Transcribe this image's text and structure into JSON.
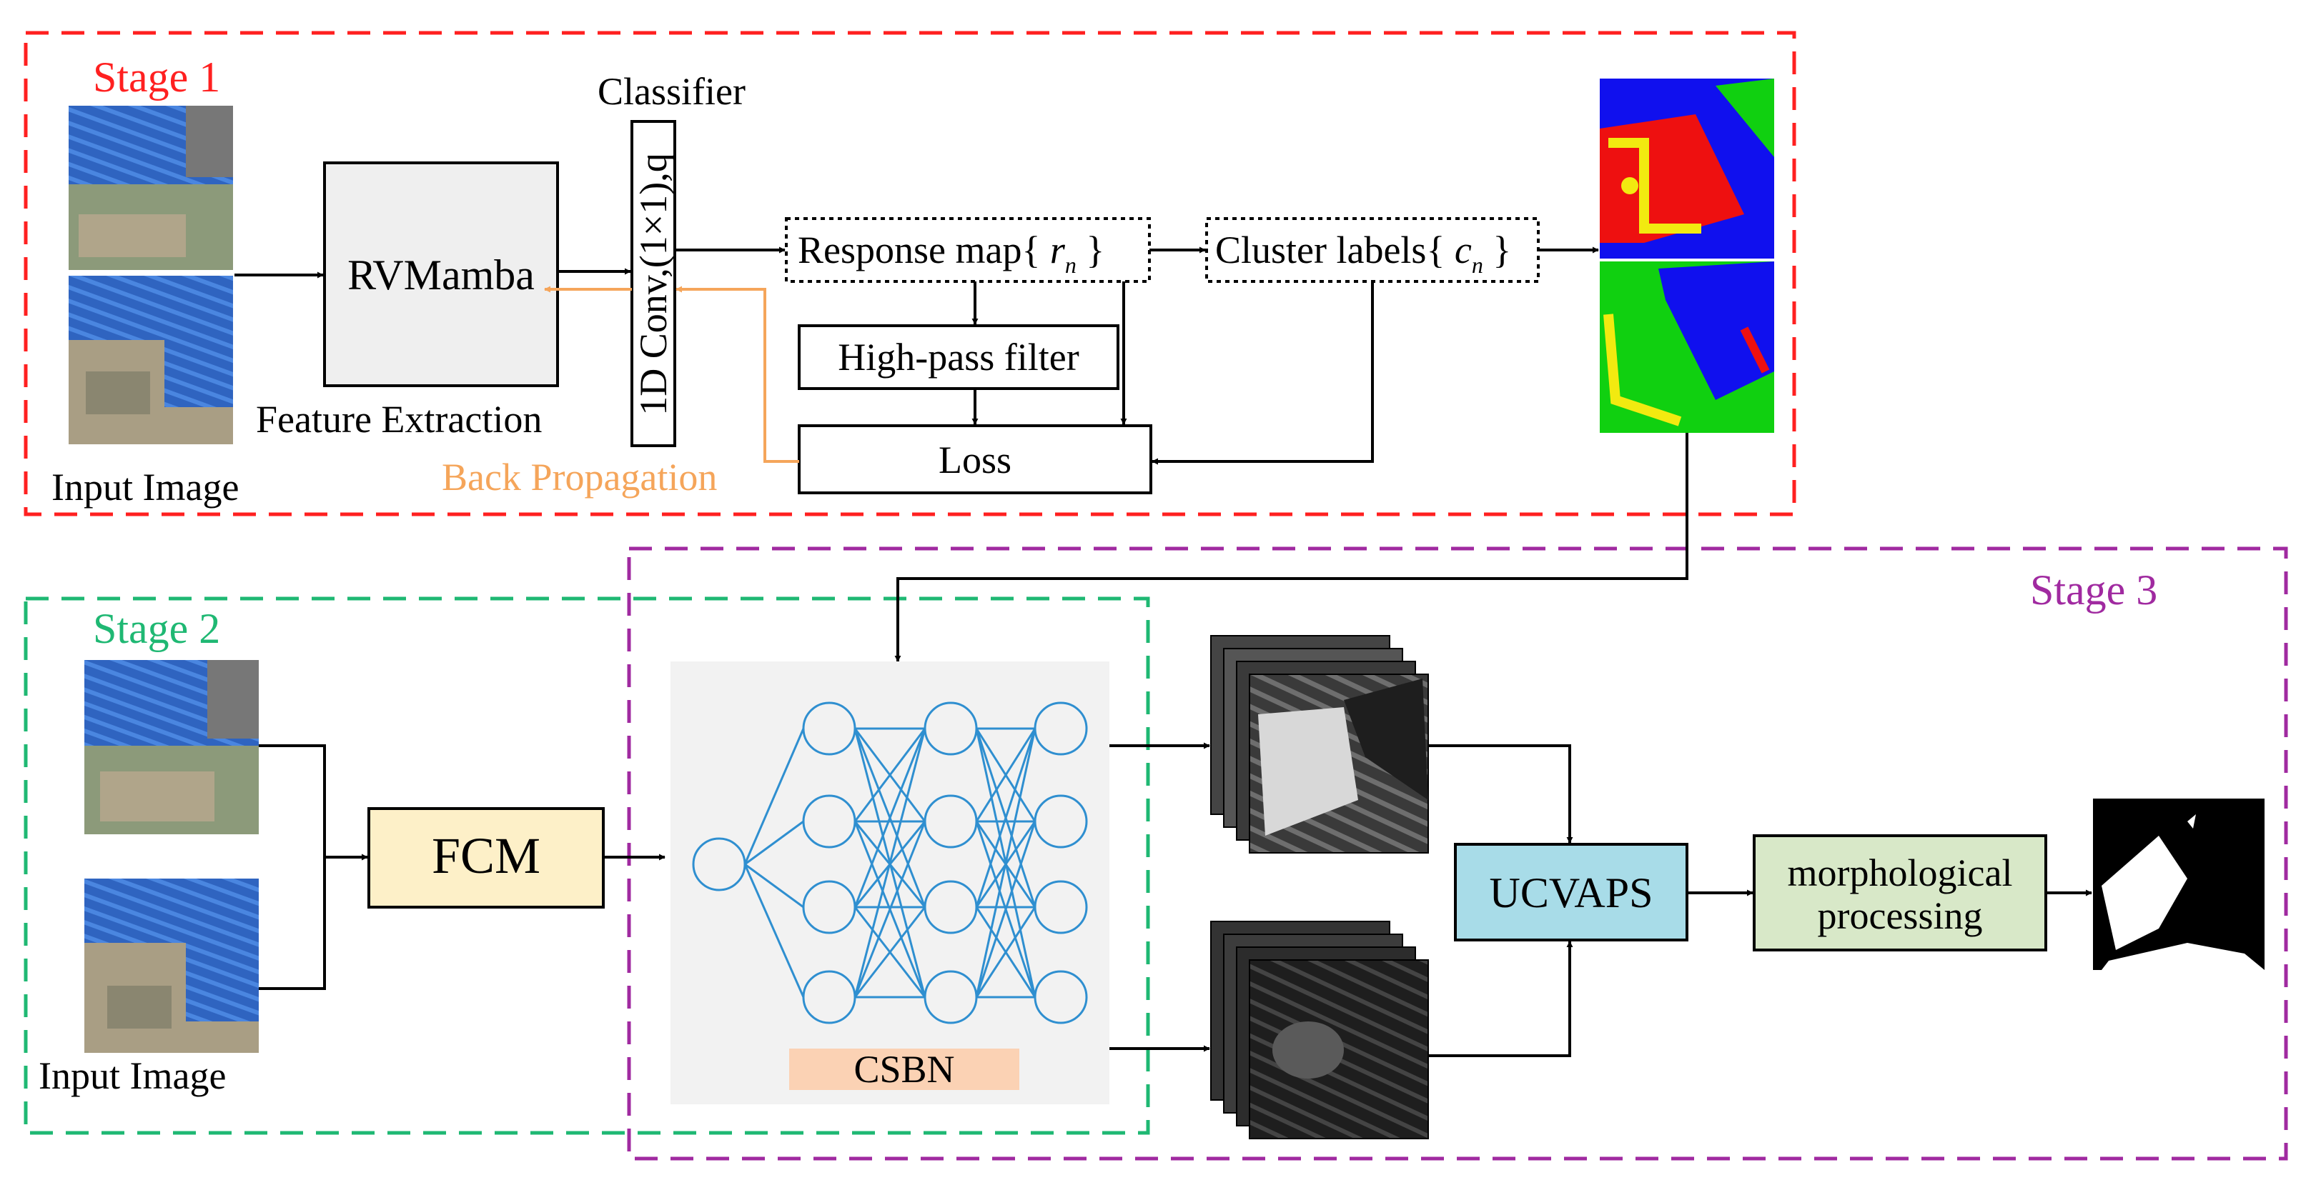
{
  "colors": {
    "stage1": "#ff2020",
    "stage2": "#1fb873",
    "stage3": "#a02aa0",
    "back_propagation": "#f5a55a",
    "fcm_fill": "#fdf0c8",
    "ucvaps_fill": "#a8dce8",
    "morph_fill": "#d8e8c8",
    "csbn_label_fill": "#fbd2b4",
    "network_lines": "#2f8fd0",
    "panel_gray": "#f2f2f2",
    "rvmamba_fill": "#efefef"
  },
  "stage1": {
    "title": "Stage 1",
    "input_caption": "Input Image",
    "feature_block": "RVMamba",
    "feature_caption": "Feature Extraction",
    "classifier_title": "Classifier",
    "classifier_conv": "1D Conv,(1×1),q",
    "response_map": "Response map",
    "response_sym": "r",
    "response_sub": "n",
    "cluster_labels": "Cluster labels",
    "cluster_sym": "c",
    "cluster_sub": "n",
    "highpass": "High-pass filter",
    "loss": "Loss",
    "backprop": "Back Propagation"
  },
  "stage2": {
    "title": "Stage 2",
    "input_caption": "Input Image",
    "fcm": "FCM"
  },
  "stage3": {
    "title": "Stage 3",
    "csbn": "CSBN",
    "ucvaps": "UCVAPS",
    "morph_line1": "morphological",
    "morph_line2": "processing"
  }
}
